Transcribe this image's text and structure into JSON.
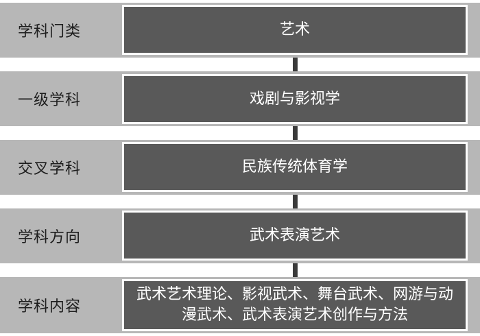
{
  "rows": [
    {
      "label": "学科门类",
      "content": "艺术"
    },
    {
      "label": "一级学科",
      "content": "戏剧与影视学"
    },
    {
      "label": "交叉学科",
      "content": "民族传统体育学"
    },
    {
      "label": "学科方向",
      "content": "武术表演艺术"
    },
    {
      "label": "学科内容",
      "content": "武术艺术理论、影视武术、舞台武术、网游与动漫武术、武术表演艺术创作与方法"
    }
  ],
  "colors": {
    "row_band": "#b7b7b7",
    "box_fill": "#595959",
    "box_border": "#ffffff",
    "connector": "#3a3a3a",
    "label_text": "#1e1e1e",
    "box_text": "#ffffff"
  }
}
